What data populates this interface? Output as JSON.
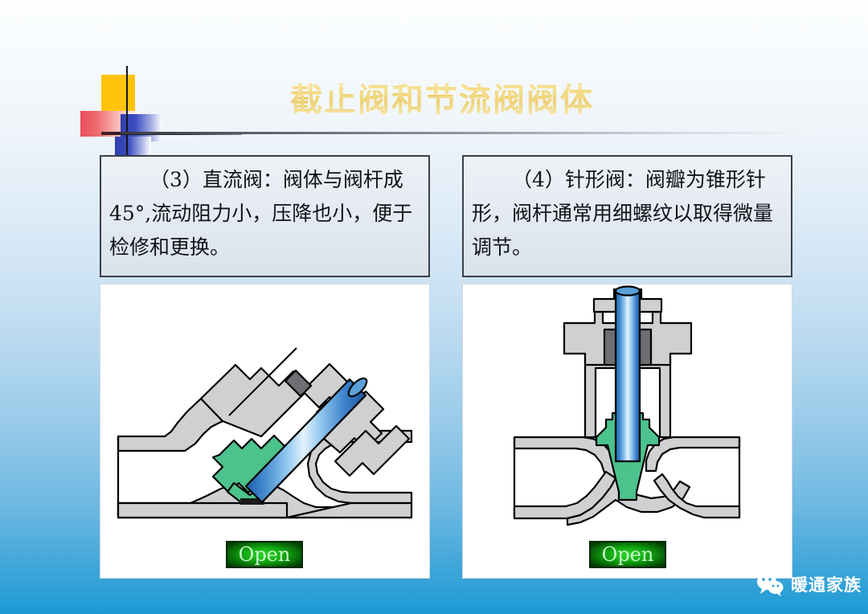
{
  "slide": {
    "title": "截止阀和节流阀阀体",
    "background_top_color": "#fdfeff",
    "background_bottom_color": "#1d9ad4"
  },
  "decoration": {
    "yellow_block_color": "#FFC40A",
    "red_block_color": "#e8505a",
    "blue_block_color": "#2f3fae",
    "rule_color": "#1c1c22"
  },
  "columns": [
    {
      "id": "left",
      "caption": "（3）直流阀：阀体与阀杆成45°,流动阻力小，压降也小，便于检修和更换。",
      "diagram": {
        "name": "y-pattern-globe-valve-45deg",
        "status_label": "Open",
        "status_color": "#00b400",
        "body_color": "#cfd0d2",
        "disc_color": "#4cc28c",
        "stem_color": "#4a9de0",
        "packing_color": "#6d6f73",
        "outline_color": "#000000"
      }
    },
    {
      "id": "right",
      "caption": "（4）针形阀：阀瓣为锥形针形，阀杆通常用细螺纹以取得微量调节。",
      "diagram": {
        "name": "needle-valve",
        "status_label": "Open",
        "status_color": "#00b400",
        "body_color": "#cfd0d2",
        "disc_color": "#4cc28c",
        "stem_color": "#4a9de0",
        "packing_color": "#6d6f73",
        "outline_color": "#000000"
      }
    }
  ],
  "watermark": {
    "text": "暖通家族",
    "icon": "wechat-icon",
    "color": "#ffffff"
  }
}
